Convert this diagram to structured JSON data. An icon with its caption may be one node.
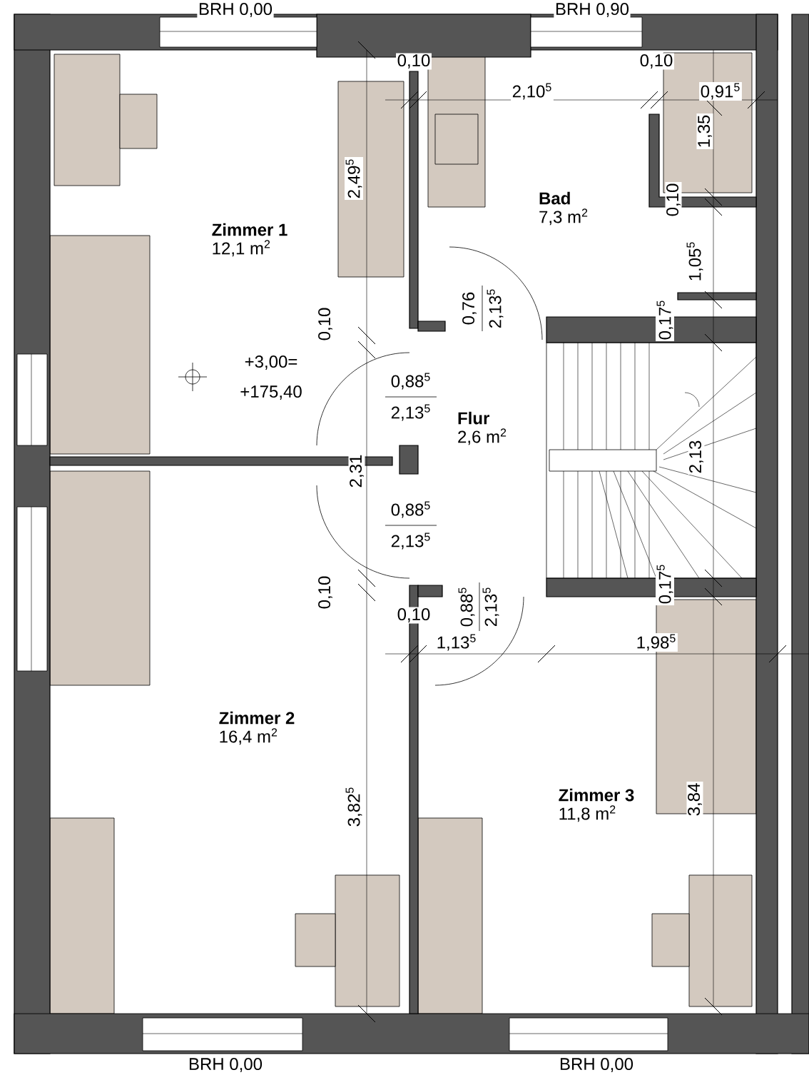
{
  "diagram": {
    "nodes": [
      {
        "text": [
          "Zimmer 1",
          "12,1 m$^{2}$"
        ]
      },
      {
        "text": [
          "Bad",
          "7,3 m$^{2}$"
        ]
      },
      {
        "text": [
          "Flur",
          "2,6 m$^{2}$"
        ]
      },
      {
        "text": [
          "Zimmer 2",
          "16,4 m$^{2}$"
        ]
      },
      {
        "text": [
          "Zimmer 3",
          "11,8 m$^{2}$"
        ]
      }
    ],
    "labels": [
      "BRH 0,00",
      "BRH 0,90",
      "0,10",
      "0,10",
      "2,10$^{5}$",
      "0,91$^{5}$",
      "1,35",
      "2,49$^{5}$",
      "0,10",
      "1,05$^{5}$",
      "0,10",
      "0,76",
      "2,13$^{5}$",
      "0,17$^{5}$",
      "+3,00=",
      "+175,40",
      "0,88$^{5}$",
      "2,13$^{5}$",
      "2,31",
      "2,13",
      "0,88$^{5}$",
      "2,13$^{5}$",
      "0,10",
      "0,88$^{5}$",
      "2,13$^{5}$",
      "0,17$^{5}$",
      "0,10",
      "1,13$^{5}$",
      "1,98$^{5}$",
      "3,82$^{5}$",
      "3,84",
      "BRH 0,00",
      "BRH 0,00"
    ]
  }
}
